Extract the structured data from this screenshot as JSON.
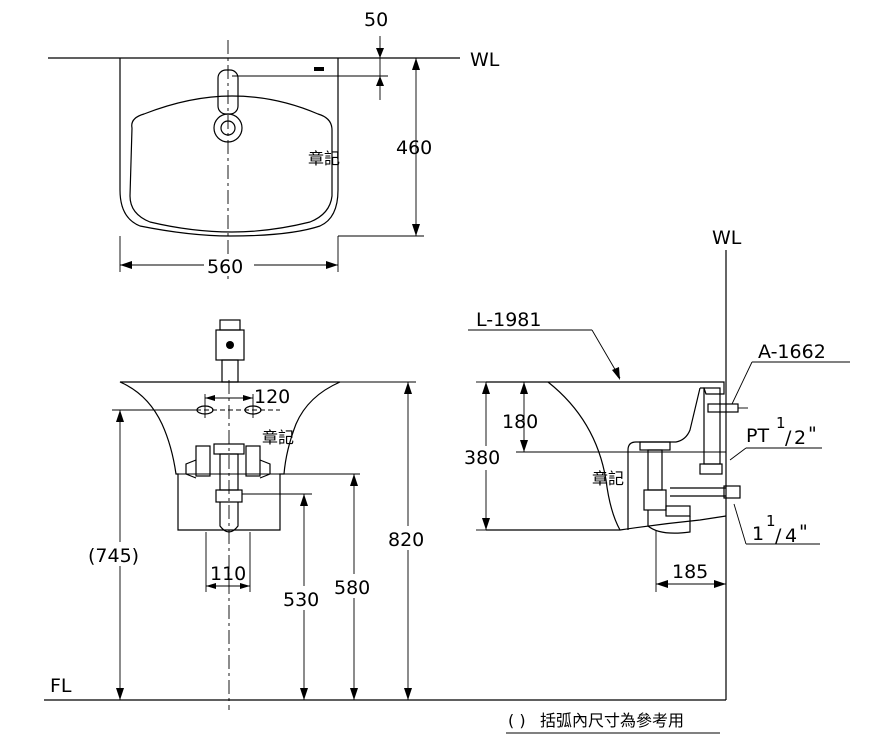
{
  "plan_view": {
    "water_level": "WL",
    "faucet_offset": "50",
    "depth": "460",
    "width": "560",
    "mark": "章記"
  },
  "front_view": {
    "hole_spacing": "120",
    "mark": "章記",
    "trap_width": "110",
    "reference_height": "(745)",
    "height_530": "530",
    "height_580": "580",
    "total_height": "820",
    "floor_level": "FL"
  },
  "side_view": {
    "water_level": "WL",
    "basin_model": "L-1981",
    "fitting_model": "A-1662",
    "dim_180": "180",
    "dim_380": "380",
    "mark": "章記",
    "supply_prefix": "PT",
    "supply_num": "1",
    "supply_den": "2",
    "drain_whole": "1",
    "drain_num": "1",
    "drain_den": "4",
    "inch_mark": "\"",
    "projection": "185"
  },
  "note": {
    "paren": "( )",
    "text": "括弧內尺寸為參考用"
  }
}
